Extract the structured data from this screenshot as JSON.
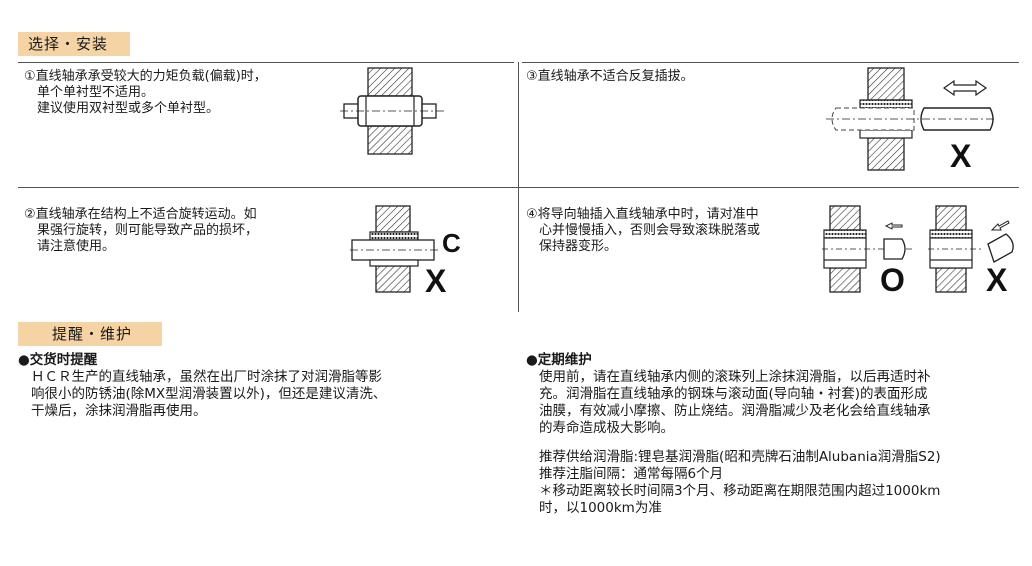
{
  "selection_install": {
    "title": "选择・安装",
    "items": [
      {
        "lines": [
          "①直线轴承承受较大的力矩负载(偏载)时，",
          "单个单衬型不适用。",
          "建议使用双衬型或多个单衬型。"
        ]
      },
      {
        "lines": [
          "②直线轴承在结构上不适合旋转运动。如",
          "果强行旋转，则可能导致产品的损坏，",
          "请注意使用。"
        ]
      },
      {
        "lines": [
          "③直线轴承不适合反复插拔。"
        ]
      },
      {
        "lines": [
          "④将导向轴插入直线轴承中时，请对准中",
          "心并慢慢插入，否则会导致滚珠脱落或",
          "保持器变形。"
        ]
      }
    ],
    "marks": {
      "ok": "O",
      "ng": "X",
      "rotate": "C"
    }
  },
  "maintenance": {
    "title": "提醒・维护",
    "delivery": {
      "heading": "●交货时提醒",
      "lines": [
        "ＨＣＲ生产的直线轴承，虽然在出厂时涂抹了对润滑脂等影",
        "响很小的防锈油(除MX型润滑装置以外)，但还是建议清洗、",
        "干燥后，涂抹润滑脂再使用。"
      ]
    },
    "periodic": {
      "heading": "●定期维护",
      "lines": [
        "使用前，请在直线轴承内侧的滚珠列上涂抹润滑脂，以后再适时补",
        "充。润滑脂在直线轴承的钢珠与滚动面(导向轴・衬套)的表面形成",
        "油膜，有效减小摩擦、防止烧结。润滑脂减少及老化会给直线轴承",
        "的寿命造成极大影响。"
      ],
      "recommend": [
        "推荐供给润滑脂:锂皂基润滑脂(昭和壳牌石油制Alubania润滑脂S2)",
        "推荐注脂间隔：通常每隔6个月",
        "＊移动距离较长时间隔3个月、移动距离在期限范围内超过1000km",
        "时，以1000km为准"
      ]
    }
  }
}
